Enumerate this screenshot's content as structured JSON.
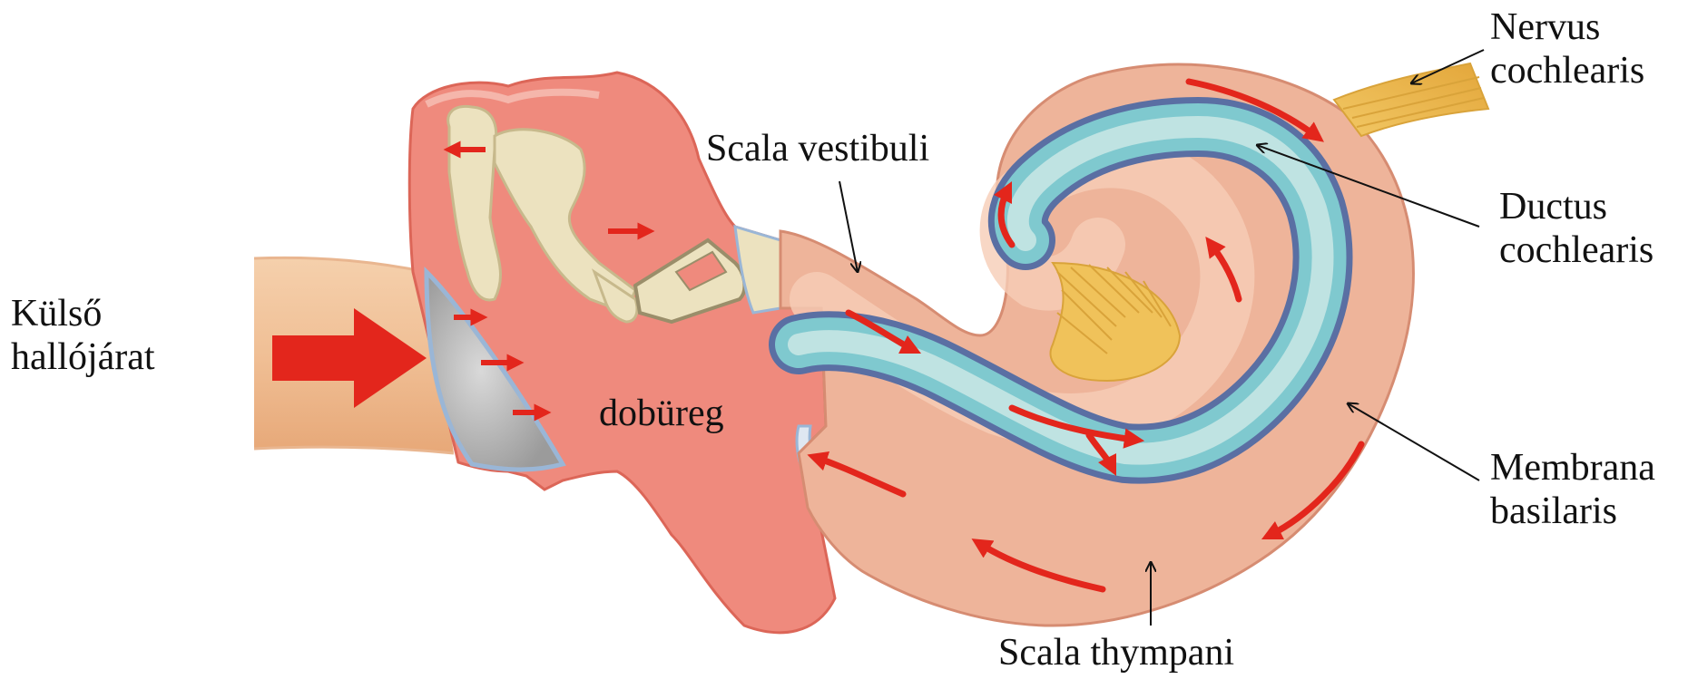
{
  "labels": {
    "kulso": [
      "Külső",
      "hallójárat"
    ],
    "dobureg": "dobüreg",
    "scala_vestibuli": "Scala vestibuli",
    "nervus": [
      "Nervus",
      "cochlearis"
    ],
    "ductus": [
      "Ductus",
      "cochlearis"
    ],
    "membrana": [
      "Membrana",
      "basilaris"
    ],
    "scala_tympani": "Scala thympani"
  },
  "colors": {
    "canal": "#f3c7a0",
    "canal_dark": "#e8a37d",
    "middle_ear": "#ef8a7d",
    "middle_ear_dark": "#dc6658",
    "cochlea_outer": "#eeb49a",
    "cochlea_inner": "#f6cdb6",
    "duct": "#7fc9cf",
    "duct_light": "#bfe3e2",
    "membrane": "#5a6fa3",
    "nerve": "#f0c25a",
    "bone": "#ece2bf",
    "arrow": "#e3261c",
    "line": "#111111"
  }
}
